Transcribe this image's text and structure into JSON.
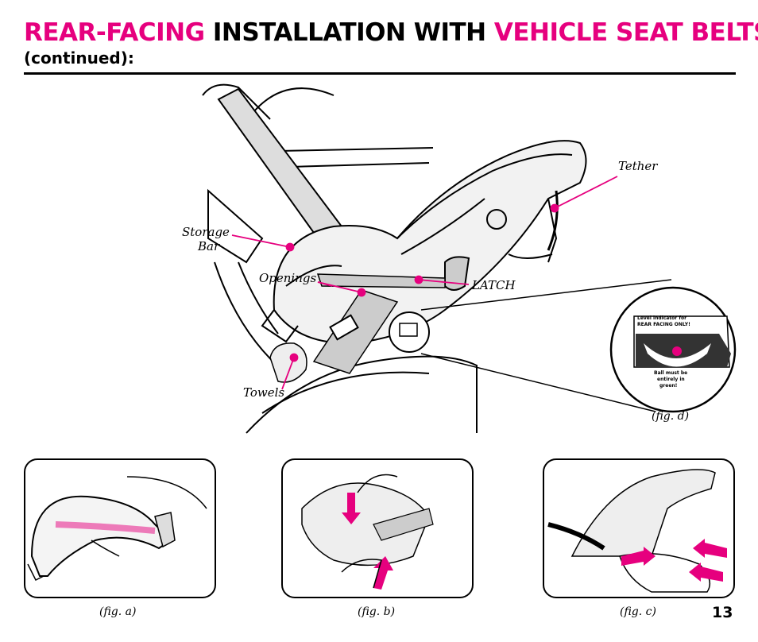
{
  "header": {
    "title_part1": "REAR-FACING",
    "title_part2": " INSTALLATION WITH ",
    "title_part3": "VEHICLE SEAT BELTS",
    "subtitle": "(continued):"
  },
  "colors": {
    "accent": "#e6007e",
    "ink": "#000000"
  },
  "main_figure": {
    "labels": {
      "storage": "Storage",
      "bar": "Bar",
      "openings": "Openings",
      "towels": "Towels",
      "latch": "LATCH",
      "tether": "Tether"
    },
    "indicator": {
      "top_line1": "Level indicator for",
      "top_line2": "REAR FACING ONLY!",
      "bottom_line1": "Ball must be",
      "bottom_line2": "entirely in",
      "bottom_line3": "green!"
    },
    "caption": "(fig. d)"
  },
  "figures": [
    {
      "caption": "(fig. a)"
    },
    {
      "caption": "(fig. b)"
    },
    {
      "caption": "(fig. c)"
    }
  ],
  "page_number": "13"
}
